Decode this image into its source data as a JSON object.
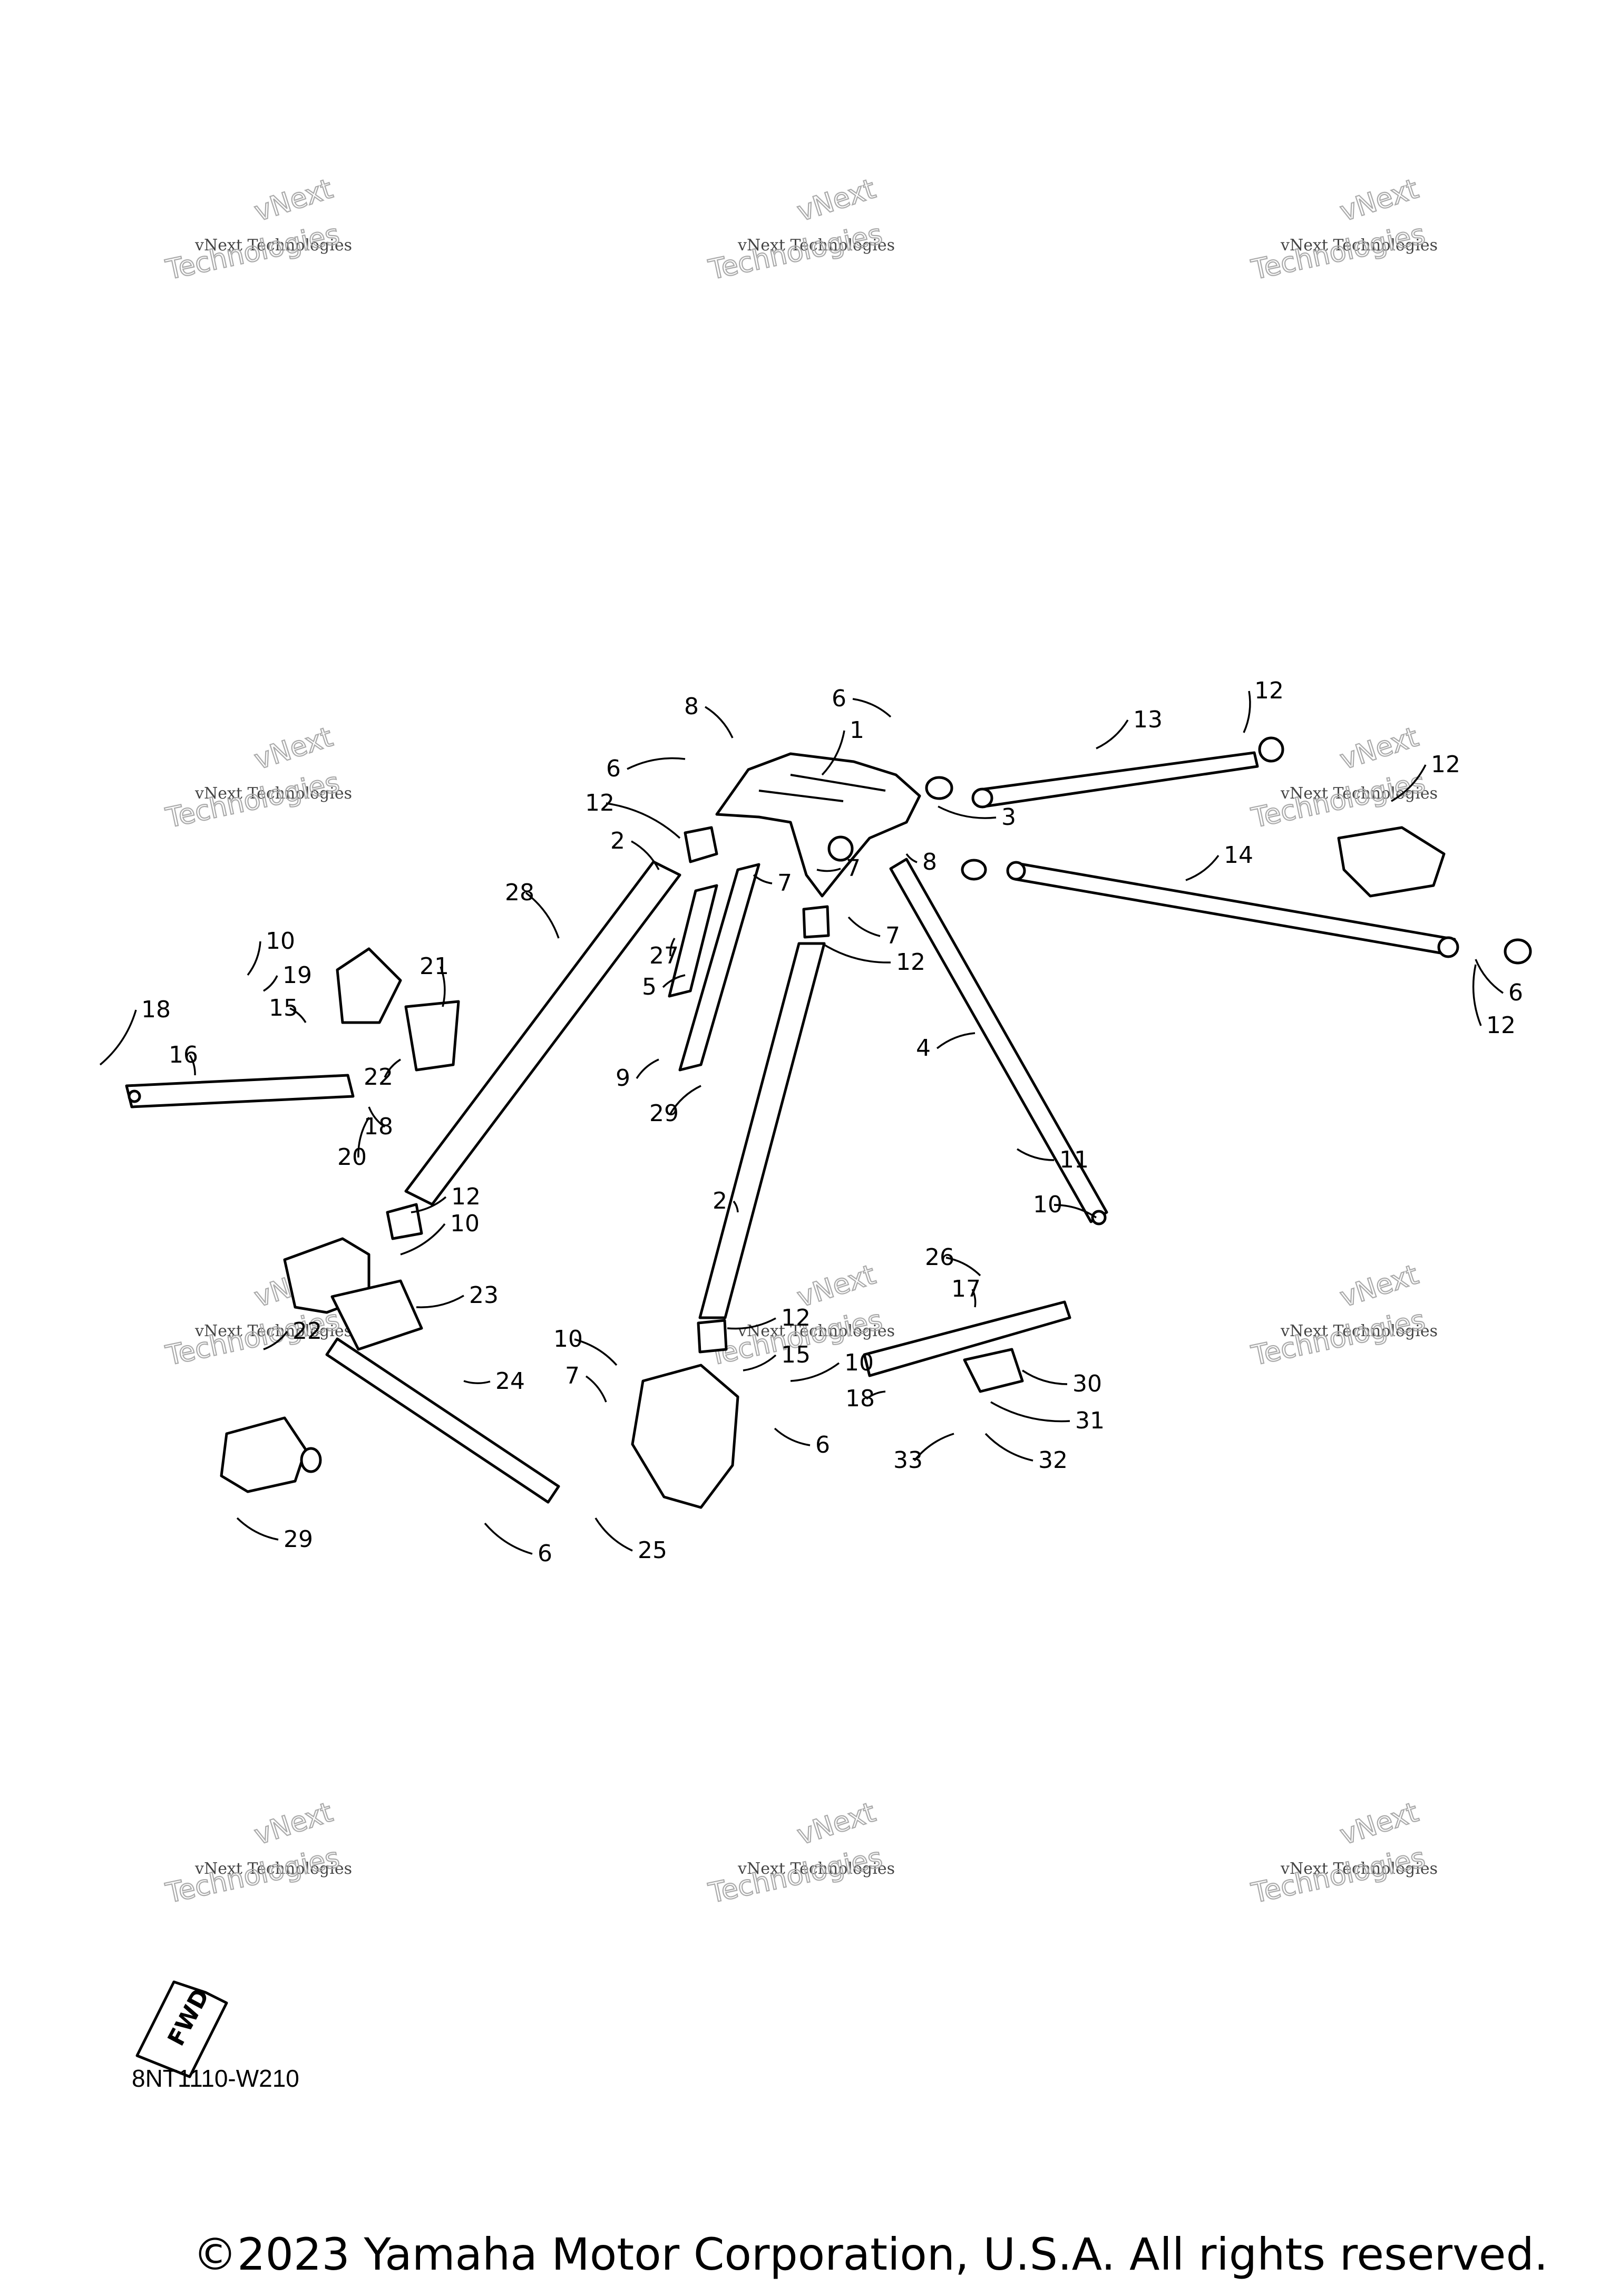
{
  "document_code": "8NT1110-W210",
  "copyright": "©2023 Yamaha Motor Corporation, U.S.A. All rights reserved.",
  "fwd_label": "FWD",
  "watermark": {
    "line1": "vNext Technologies",
    "line2": "vNext",
    "line3": "Technologies"
  },
  "callouts": [
    "1",
    "2",
    "2",
    "3",
    "4",
    "5",
    "6",
    "6",
    "6",
    "6",
    "6",
    "7",
    "7",
    "7",
    "7",
    "8",
    "8",
    "9",
    "10",
    "10",
    "10",
    "10",
    "10",
    "11",
    "12",
    "12",
    "12",
    "12",
    "12",
    "12",
    "12",
    "13",
    "14",
    "15",
    "15",
    "16",
    "17",
    "18",
    "18",
    "18",
    "19",
    "20",
    "21",
    "22",
    "22",
    "23",
    "24",
    "25",
    "26",
    "27",
    "28",
    "29",
    "29",
    "30",
    "31",
    "32",
    "33"
  ]
}
